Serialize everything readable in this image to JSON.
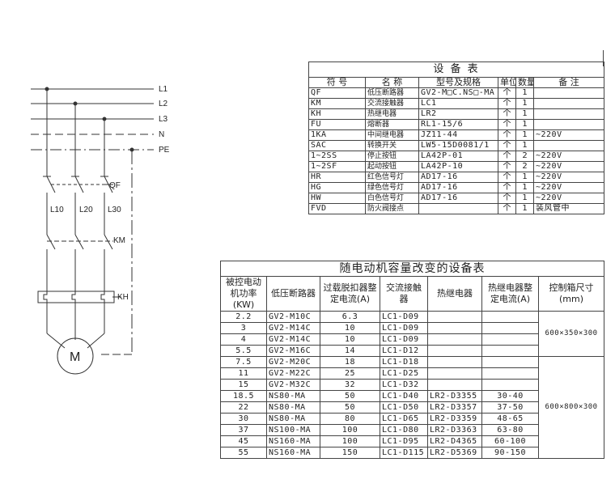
{
  "circuit": {
    "line_labels": [
      "L1",
      "L2",
      "L3",
      "N",
      "PE"
    ],
    "qf_label": "QF",
    "km_label": "KM",
    "kh_label": "KH",
    "fuse_labels": [
      "L10",
      "L20",
      "L30"
    ],
    "motor_label": "M"
  },
  "equipment_table": {
    "title": "设 备 表",
    "headers": [
      "符 号",
      "名 称",
      "型号及规格",
      "单位",
      "数量",
      "备 注"
    ],
    "rows": [
      [
        "QF",
        "低压断路器",
        "GV2-M□C.NS□-MA",
        "个",
        "1",
        ""
      ],
      [
        "KM",
        "交流接触器",
        "LC1",
        "个",
        "1",
        ""
      ],
      [
        "KH",
        "热继电器",
        "LR2",
        "个",
        "1",
        ""
      ],
      [
        "FU",
        "熔断器",
        "RL1-15/6",
        "个",
        "1",
        ""
      ],
      [
        "1KA",
        "中间继电器",
        "JZ11-44",
        "个",
        "1",
        "~220V"
      ],
      [
        "SAC",
        "转换开关",
        "LW5-15D0081/1",
        "个",
        "1",
        ""
      ],
      [
        "1~2SS",
        "停止按钮",
        "LA42P-01",
        "个",
        "2",
        "~220V"
      ],
      [
        "1~2SF",
        "起动按钮",
        "LA42P-10",
        "个",
        "2",
        "~220V"
      ],
      [
        "HR",
        "红色信号灯",
        "AD17-16",
        "个",
        "1",
        "~220V"
      ],
      [
        "HG",
        "绿色信号灯",
        "AD17-16",
        "个",
        "1",
        "~220V"
      ],
      [
        "HW",
        "白色信号灯",
        "AD17-16",
        "个",
        "1",
        "~220V"
      ],
      [
        "FVD",
        "防火阀接点",
        "",
        "个",
        "1",
        "装风管中"
      ]
    ]
  },
  "capacity_table": {
    "title": "随电动机容量改变的设备表",
    "headers": [
      "被控电动机功率(KW)",
      "低压断路器",
      "过载脱扣器整定电流(A)",
      "交流接触器",
      "热继电器",
      "热继电器整定电流(A)",
      "控制箱尺寸(mm)"
    ],
    "rows": [
      [
        "2.2",
        "GV2-M10C",
        "6.3",
        "LC1-D09",
        "",
        ""
      ],
      [
        "3",
        "GV2-M14C",
        "10",
        "LC1-D09",
        "",
        ""
      ],
      [
        "4",
        "GV2-M14C",
        "10",
        "LC1-D09",
        "",
        ""
      ],
      [
        "5.5",
        "GV2-M16C",
        "14",
        "LC1-D12",
        "",
        ""
      ],
      [
        "7.5",
        "GV2-M20C",
        "18",
        "LC1-D18",
        "",
        ""
      ],
      [
        "11",
        "GV2-M22C",
        "25",
        "LC1-D25",
        "",
        ""
      ],
      [
        "15",
        "GV2-M32C",
        "32",
        "LC1-D32",
        "",
        ""
      ],
      [
        "18.5",
        "NS80-MA",
        "50",
        "LC1-D40",
        "LR2-D3355",
        "30-40"
      ],
      [
        "22",
        "NS80-MA",
        "50",
        "LC1-D50",
        "LR2-D3357",
        "37-50"
      ],
      [
        "30",
        "NS80-MA",
        "80",
        "LC1-D65",
        "LR2-D3359",
        "48-65"
      ],
      [
        "37",
        "NS100-MA",
        "100",
        "LC1-D80",
        "LR2-D3363",
        "63-80"
      ],
      [
        "45",
        "NS160-MA",
        "100",
        "LC1-D95",
        "LR2-D4365",
        "60-100"
      ],
      [
        "55",
        "NS160-MA",
        "150",
        "LC1-D115",
        "LR2-D5369",
        "90-150"
      ]
    ],
    "box_sizes": [
      "600×350×300",
      "600×800×300"
    ]
  }
}
